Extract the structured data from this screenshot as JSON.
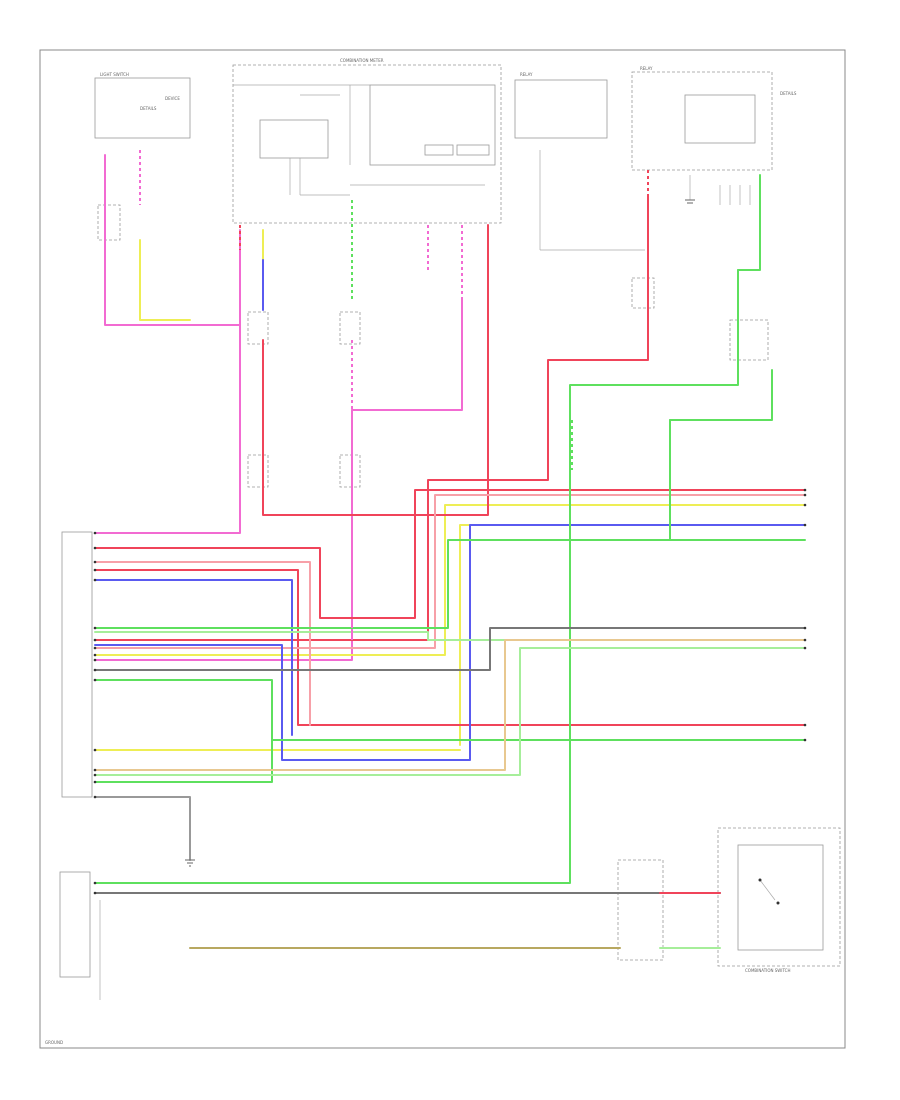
{
  "colors": {
    "pink": "#f26bd2",
    "red": "#f0445a",
    "lightred": "#f7a0a8",
    "yellow": "#eeee55",
    "blue": "#5a5af0",
    "green": "#5ee05e",
    "lightgreen": "#a6ee9a",
    "gray": "#777777",
    "olive": "#b8a860",
    "tan": "#e8c890",
    "frame": "#888888"
  },
  "labels": {
    "top_center": "COMBINATION METER",
    "bottom_right": "COMBINATION SWITCH",
    "bottom_left": "GROUND"
  }
}
